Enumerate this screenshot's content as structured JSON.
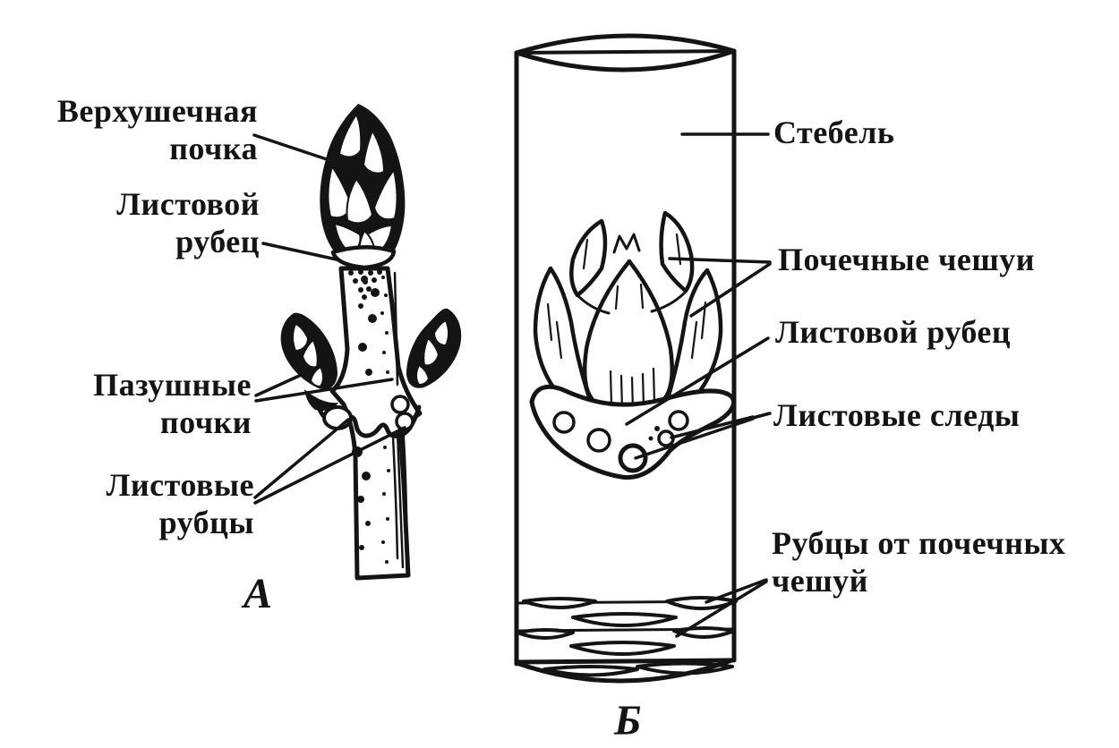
{
  "figure": {
    "background": "#ffffff",
    "ink_color": "#141414",
    "panel_a": {
      "letter": "А",
      "labels": {
        "apical_bud": "Верхушечная\nпочка",
        "leaf_scar": "Листовой\nрубец",
        "axillary_buds": "Пазушные\nпочки",
        "leaf_scars": "Листовые\nрубцы"
      }
    },
    "panel_b": {
      "letter": "Б",
      "labels": {
        "stem": "Стебель",
        "bud_scales": "Почечные чешуи",
        "leaf_scar": "Листовой рубец",
        "leaf_traces": "Листовые следы",
        "bud_scale_scars": "Рубцы от почечных\nчешуй"
      }
    }
  }
}
